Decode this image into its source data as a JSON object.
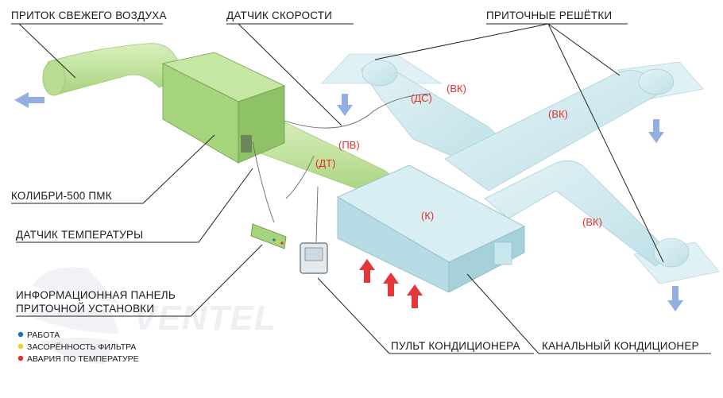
{
  "labels": {
    "fresh_air_intake": "ПРИТОК СВЕЖЕГО ВОЗДУХА",
    "speed_sensor": "ДАТЧИК СКОРОСТИ",
    "supply_grilles": "ПРИТОЧНЫЕ РЕШЁТКИ",
    "kolibri_unit": "КОЛИБРИ-500 ПМК",
    "temperature_sensor": "ДАТЧИК ТЕМПЕРАТУРЫ",
    "info_panel_line1": "ИНФОРМАЦИОННАЯ ПАНЕЛЬ",
    "info_panel_line2": "ПРИТОЧНОЙ УСТАНОВКИ",
    "ac_remote": "ПУЛЬТ КОНДИЦИОНЕРА",
    "duct_ac": "КАНАЛЬНЫЙ КОНДИЦИОНЕР"
  },
  "codes": {
    "vk1": "(ВК)",
    "vk2": "(ВК)",
    "vk3": "(ВК)",
    "ds": "(ДС)",
    "pv": "(ПВ)",
    "dt": "(ДТ)",
    "k": "(К)"
  },
  "legend": [
    {
      "text": "РАБОТА",
      "color": "#1d6fc0"
    },
    {
      "text": "ЗАСОРЁННОСТЬ ФИЛЬТРА",
      "color": "#f0d21a"
    },
    {
      "text": "АВАРИЯ ПО ТЕМПЕРАТУРЕ",
      "color": "#e0302a"
    }
  ],
  "watermark": "VENTEL",
  "colors": {
    "fresh_duct": "#c9e6a6",
    "unit_green": "#a9d77f",
    "cold_duct": "#cfe9ee",
    "ac_body": "#b9dde5",
    "arrow_blue": "#93aee0",
    "arrow_red": "#e2383a",
    "code_red": "#e0302a"
  }
}
